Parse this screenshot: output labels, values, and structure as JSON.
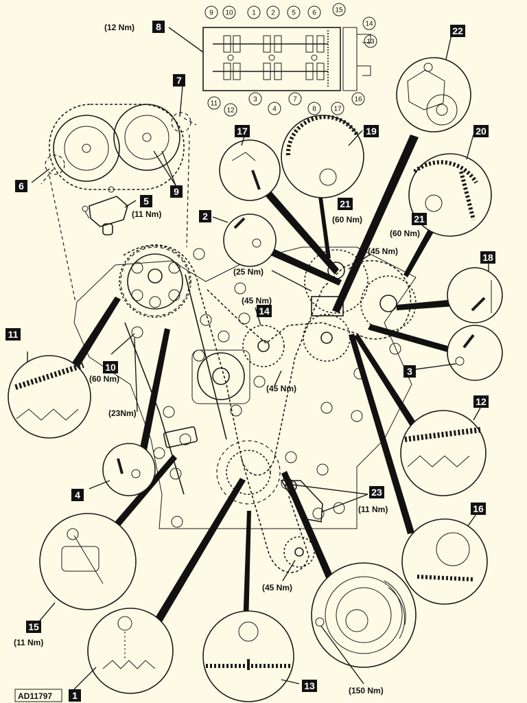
{
  "figure_ref": "AD11797",
  "callouts": [
    "1",
    "2",
    "3",
    "4",
    "5",
    "6",
    "7",
    "8",
    "9",
    "10",
    "11",
    "12",
    "13",
    "14",
    "15",
    "16",
    "17",
    "18",
    "19",
    "20",
    "21",
    "22",
    "23"
  ],
  "camshaft_cap_numbers": [
    "1",
    "2",
    "3",
    "4",
    "5",
    "6",
    "7",
    "8",
    "9",
    "10",
    "11",
    "12",
    "13",
    "14",
    "15",
    "16",
    "17"
  ],
  "torques": {
    "cap_bolts": "(12 Nm)",
    "sensor": "(11 Nm)",
    "sprocket_10": "(60 Nm)",
    "guide_lower": "(23Nm)",
    "guide_upper": "(25 Nm)",
    "idler_14_upper": "(45 Nm)",
    "idler_14_lower": "(45 Nm)",
    "cam_right": "(45 Nm)",
    "sprocket_21a": "(60 Nm)",
    "sprocket_21b": "(60 Nm)",
    "bolt_23": "(11 Nm)",
    "crank_lower": "(45 Nm)",
    "tensioner_15": "(11 Nm)",
    "pulley": "(150 Nm)"
  }
}
